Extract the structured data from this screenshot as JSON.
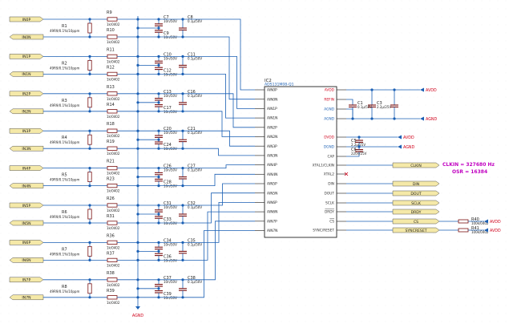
{
  "ic": {
    "ref": "IC2",
    "part": "ADS131M08-Q1",
    "left_pins": [
      "AIN0P",
      "AIN0N",
      "AIN1P",
      "AIN1N",
      "AIN2P",
      "AIN2N",
      "AIN3P",
      "AIN3N",
      "AIN4P",
      "AIN4N",
      "AIN5P",
      "AIN5N",
      "AIN6P",
      "AIN6N",
      "AIN7P",
      "AIN7N"
    ],
    "right_pins": [
      {
        "label": "AVDD",
        "color": "#d0021b"
      },
      {
        "label": "REFIN",
        "color": "#d0021b"
      },
      {
        "label": "AGND",
        "color": "#1a5fb4"
      },
      {
        "label": "AGND",
        "color": "#1a5fb4"
      },
      {
        "label": "DVDD",
        "color": "#d0021b"
      },
      {
        "label": "DGND",
        "color": "#1a5fb4"
      },
      {
        "label": "CAP",
        "color": "#333333"
      },
      {
        "label": "XTAL1/CLKIN",
        "color": "#333333"
      },
      {
        "label": "XTAL2",
        "color": "#333333"
      },
      {
        "label": "DIN",
        "color": "#333333"
      },
      {
        "label": "DOUT",
        "color": "#333333"
      },
      {
        "label": "SCLK",
        "color": "#333333"
      },
      {
        "label": "DRDY",
        "color": "#333333"
      },
      {
        "label": "CS",
        "color": "#333333"
      },
      {
        "label": "SYNC/RESET",
        "color": "#333333"
      }
    ]
  },
  "channels": [
    {
      "p_port": "IN0P",
      "n_port": "IN0N",
      "rdiff": "R1",
      "rdiff_value": "49R9/0.1%/10ppm",
      "rp": "R9",
      "rn": "R10",
      "r_value": "1k/0402",
      "cp": "C7",
      "cd": "C8",
      "cn": "C9",
      "c_small": "10n/50V",
      "c_big": "0.1µ/50V"
    },
    {
      "p_port": "IN1P",
      "n_port": "IN1N",
      "rdiff": "R2",
      "rdiff_value": "49R9/0.1%/10ppm",
      "rp": "R11",
      "rn": "R12",
      "r_value": "1k/0402",
      "cp": "C10",
      "cd": "C11",
      "cn": "C12",
      "c_small": "10n/50V",
      "c_big": "0.1µ/50V"
    },
    {
      "p_port": "IN2P",
      "n_port": "IN2N",
      "rdiff": "R3",
      "rdiff_value": "49R9/0.1%/10ppm",
      "rp": "R13",
      "rn": "R14",
      "r_value": "1k/0402",
      "cp": "C13",
      "cd": "C16",
      "cn": "C17",
      "c_small": "10n/50V",
      "c_big": "0.1µ/50V"
    },
    {
      "p_port": "IN3P",
      "n_port": "IN3N",
      "rdiff": "R4",
      "rdiff_value": "49R9/0.1%/10ppm",
      "rp": "R18",
      "rn": "R19",
      "r_value": "1k/0402",
      "cp": "C20",
      "cd": "C21",
      "cn": "C24",
      "c_small": "10n/50V",
      "c_big": "0.1µ/50V"
    },
    {
      "p_port": "IN4P",
      "n_port": "IN4N",
      "rdiff": "R5",
      "rdiff_value": "49R9/0.1%/10ppm",
      "rp": "R21",
      "rn": "R23",
      "r_value": "1k/0402",
      "cp": "C26",
      "cd": "C27",
      "cn": "C28",
      "c_small": "10n/50V",
      "c_big": "0.1µ/50V"
    },
    {
      "p_port": "IN5P",
      "n_port": "IN5N",
      "rdiff": "R6",
      "rdiff_value": "49R9/0.1%/10ppm",
      "rp": "R26",
      "rn": "R31",
      "r_value": "1k/0402",
      "cp": "C31",
      "cd": "C32",
      "cn": "C33",
      "c_small": "10n/50V",
      "c_big": "0.1µ/50V"
    },
    {
      "p_port": "IN6P",
      "n_port": "IN6N",
      "rdiff": "R7",
      "rdiff_value": "49R9/0.1%/10ppm",
      "rp": "R36",
      "rn": "R37",
      "r_value": "1k/0402",
      "cp": "C34",
      "cd": "C35",
      "cn": "C36",
      "c_small": "10n/50V",
      "c_big": "0.1µ/50V"
    },
    {
      "p_port": "IN7P",
      "n_port": "IN7N",
      "rdiff": "R8",
      "rdiff_value": "49R9/0.1%/10ppm",
      "rp": "R38",
      "rn": "R39",
      "r_value": "1k/0402",
      "cp": "C37",
      "cd": "C38",
      "cn": "C39",
      "c_small": "10n/50V",
      "c_big": "0.1µ/50V"
    }
  ],
  "supply": {
    "c1_ref": "C1",
    "c1_value": "0.1µ/50V",
    "c3_ref": "C3",
    "c3_value": "2.2µ/25V",
    "c5_ref": "C5",
    "c5_value": "2.2µ/25V",
    "c6_ref": "C6",
    "c6_value": "220n/25V",
    "avdd": "AVDD",
    "agnd": "AGND",
    "dvdd": "AVDD",
    "dgnd": "AGND",
    "left_agnd": "AGND"
  },
  "digital": {
    "ports": [
      "CLKIN",
      "DIN",
      "DOUT",
      "SCLK",
      "DRDY",
      "CS",
      "SYNCRESET"
    ],
    "r40_ref": "R40",
    "r41_ref": "R41",
    "pullup_value": "100k/0402",
    "pullup_net": "AVDD"
  },
  "notes": {
    "clkin": "CLKIN = 327680 Hz",
    "osr": "OSR = 16384"
  },
  "colors": {
    "wire": "#1a5fb4",
    "component": "#7a1010",
    "note": "#c000c0",
    "port_fill": "#f5e9a8",
    "ic_fill": "#ffffff"
  }
}
